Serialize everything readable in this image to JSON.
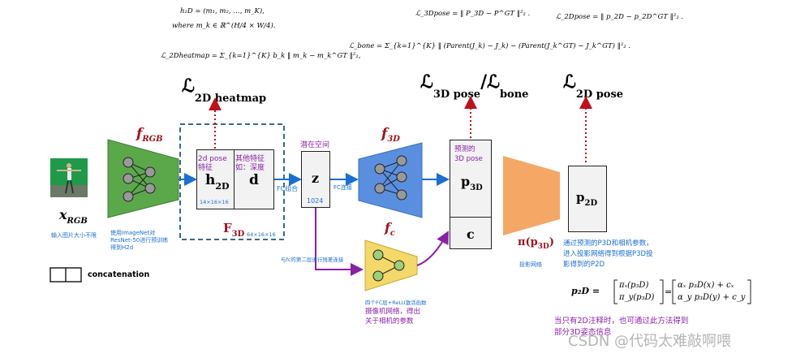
{
  "equations": {
    "h2d_def": "h₂D = (m₁, m₂, …, m_K),",
    "h2d_where": "where m_k ∈ ℝ^(H/4 × W/4).",
    "heatmap_loss": "ℒ_2Dheatmap = Σ_{k=1}^{K} b_k ‖ m_k − m_k^GT ‖²₂,",
    "pose3d_loss": "ℒ_3Dpose = ‖ P_3D − P^GT ‖²₂ .",
    "bone_loss": "ℒ_bone = Σ_{k=1}^{K} ‖ (Parent(J_k) − J_k) − (Parent(J_k^GT) − J_k^GT) ‖²₂ .",
    "pose2d_loss": "ℒ_2Dpose = ‖ p_2D − p_2D^GT ‖²₂ ."
  },
  "loss_labels": {
    "heatmap": "ℒ",
    "heatmap_sub": "2D heatmap",
    "pose3d": "ℒ",
    "pose3d_sub": "3D pose",
    "bone": "ℒ",
    "bone_sub": "bone",
    "pose2d": "ℒ",
    "pose2d_sub": "2D pose"
  },
  "networks": {
    "f_rgb": "f",
    "f_rgb_sub": "RGB",
    "f_3d": "f",
    "f_3d_sub": "3D",
    "f_c": "f",
    "f_c_sub": "c",
    "F_3d": "F",
    "F_3d_sub": "3D",
    "pi": "π(p",
    "pi_sub": "3D",
    "pi_close": ")"
  },
  "boxes": {
    "h2d": "h",
    "h2d_sub": "2D",
    "d": "d",
    "z": "z",
    "p3d": "p",
    "p3d_sub": "3D",
    "c": "c",
    "p2d": "p",
    "p2d_sub": "2D"
  },
  "annotations": {
    "pose2d_feature": "2d pose\n特征",
    "other_feature": "其他特征\n如：深度",
    "h_dims": "14×16×16",
    "F_dims": "64×16×16",
    "latent_space": "潜在空间",
    "z_dim": "1024",
    "fc_combine": "FC组合",
    "fc_connect": "FC连接",
    "predicted_3d": "预测的\n3D pose",
    "x_rgb": "x",
    "x_rgb_sub": "RGB",
    "input_note": "输入图片大小不限",
    "resnet_note": "使用ImageNet对\nResNet-50进行预训练\n得到H2d",
    "residual_note": "与fc的第二层进行残差连接",
    "fc_layers_note": "四个FC层+ReLU激活函数",
    "camera_note": "摄像机网络，得出\n关于相机的参数",
    "projection_note": "投影网络",
    "p2d_note": "通过预测的P3D和相机参数，\n进入投影网络得到根据P3D投\n影得到的P2D",
    "bottom_note": "当只有2D注释时，也可通过此方法得到\n部分3D姿态信息",
    "concat_label": "concatenation",
    "p2d_eq_lhs": "p₂D =",
    "p2d_eq_mid1": "πₓ(p₃D)",
    "p2d_eq_mid2": "π_y(p₃D)",
    "p2d_eq_eq": "=",
    "p2d_eq_r1": "αₓ p₃D(x) + cₓ",
    "p2d_eq_r2": "α_y p₃D(y) + c_y",
    "watermark": "CSDN @代码太难敲啊喂"
  },
  "colors": {
    "green_net": "#5aa84a",
    "blue_net": "#5a8fe0",
    "yellow_net": "#f5d86a",
    "orange_proj": "#f5a866",
    "blue_arrow": "#1a6fd0",
    "purple_arrow": "#8a1fa8",
    "red_dotted": "#c0101a",
    "dashed_box": "#3a6a8a"
  }
}
